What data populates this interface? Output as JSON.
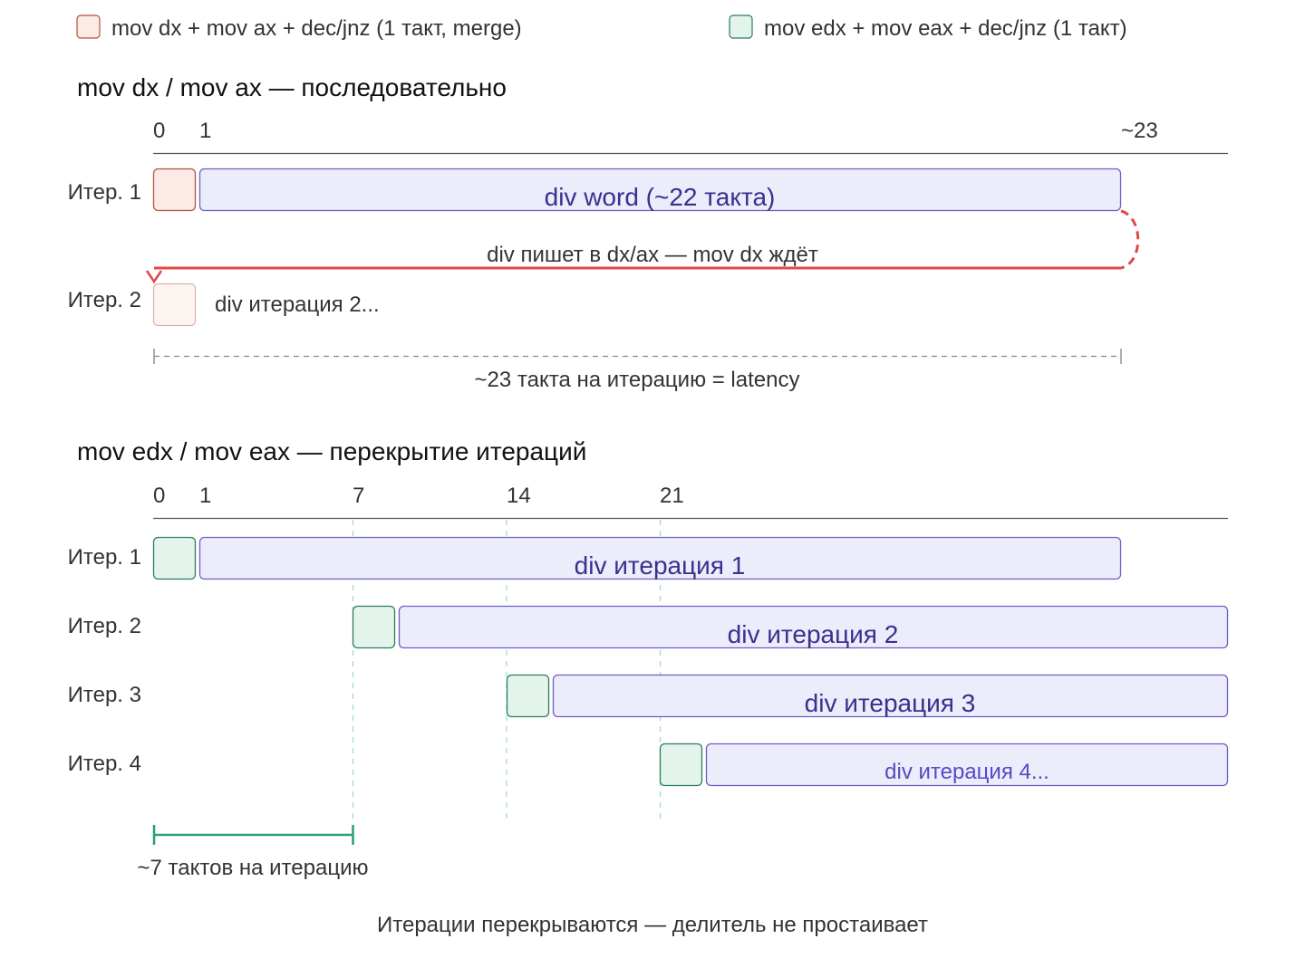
{
  "legend": {
    "item1": "mov dx + mov ax + dec/jnz (1 такт, merge)",
    "item2": "mov edx + mov eax + dec/jnz (1 такт)"
  },
  "section1": {
    "title": "mov dx / mov ax — последовательно",
    "ticks": [
      "0",
      "1",
      "~23"
    ],
    "rows": [
      "Итер. 1",
      "Итер. 2"
    ],
    "div_label": "div word (~22 такта)",
    "dependency_label": "div пишет в dx/ax — mov dx ждёт",
    "iter2_label": "div итерация 2...",
    "span_label": "~23 такта на итерацию = latency"
  },
  "section2": {
    "title": "mov edx / mov eax — перекрытие итераций",
    "ticks": [
      "0",
      "1",
      "7",
      "14",
      "21"
    ],
    "rows": [
      "Итер. 1",
      "Итер. 2",
      "Итер. 3",
      "Итер. 4"
    ],
    "div_labels": [
      "div итерация 1",
      "div итерация 2",
      "div итерация 3",
      "div итерация 4..."
    ],
    "span_label": "~7 тактов на итерацию",
    "caption": "Итерации перекрываются — делитель не простаивает"
  },
  "colors": {
    "merge_fill": "#fbeae6",
    "merge_stroke": "#b5523e",
    "fast_fill": "#e3f4ec",
    "fast_stroke": "#2e7d5b",
    "div_fill": "#ececfb",
    "div_stroke": "#6a5fc7",
    "dependency": "#e04848",
    "accent_green": "#2a9d74"
  }
}
